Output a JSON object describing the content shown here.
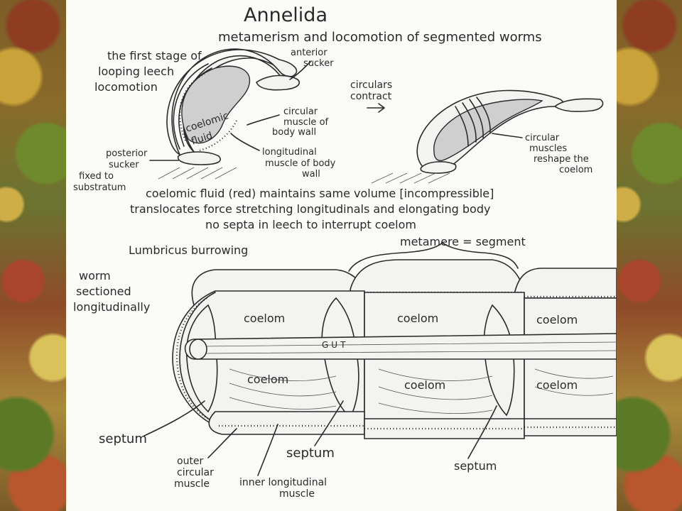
{
  "title": "Annelida",
  "subtitle": "metamerism and locomotion of segmented worms",
  "labels": {
    "first_stage_1": "the first stage of",
    "first_stage_2": "looping leech",
    "first_stage_3": "locomotion",
    "anterior_1": "anterior",
    "anterior_2": "sucker",
    "coelomic": "coelomic",
    "fluid": "fluid",
    "circular_muscle_1": "circular",
    "circular_muscle_2": "muscle of",
    "circular_muscle_3": "body wall",
    "longitudinal_1": "longitudinal",
    "longitudinal_2": "muscle of body",
    "longitudinal_3": "wall",
    "posterior_1": "posterior",
    "posterior_2": "sucker",
    "fixed_1": "fixed to",
    "fixed_2": "substratum",
    "circulars_1": "circulars",
    "circulars_2": "contract",
    "reshape_1": "circular",
    "reshape_2": "muscles",
    "reshape_3": "reshape the",
    "reshape_4": "coelom",
    "note_1": "coelomic fluid (red) maintains same volume [incompressible]",
    "note_2": "translocates force stretching longitudinals and elongating body",
    "note_3": "no septa in leech to interrupt coelom",
    "lumbricus": "Lumbricus burrowing",
    "metamere": "metamere = segment",
    "worm_1": "worm",
    "worm_2": "sectioned",
    "worm_3": "longitudinally",
    "coelom": "coelom",
    "gut": "GUT",
    "septum": "septum",
    "outer_1": "outer",
    "outer_2": "circular",
    "outer_3": "muscle",
    "inner_1": "inner longitudinal",
    "inner_2": "muscle"
  }
}
